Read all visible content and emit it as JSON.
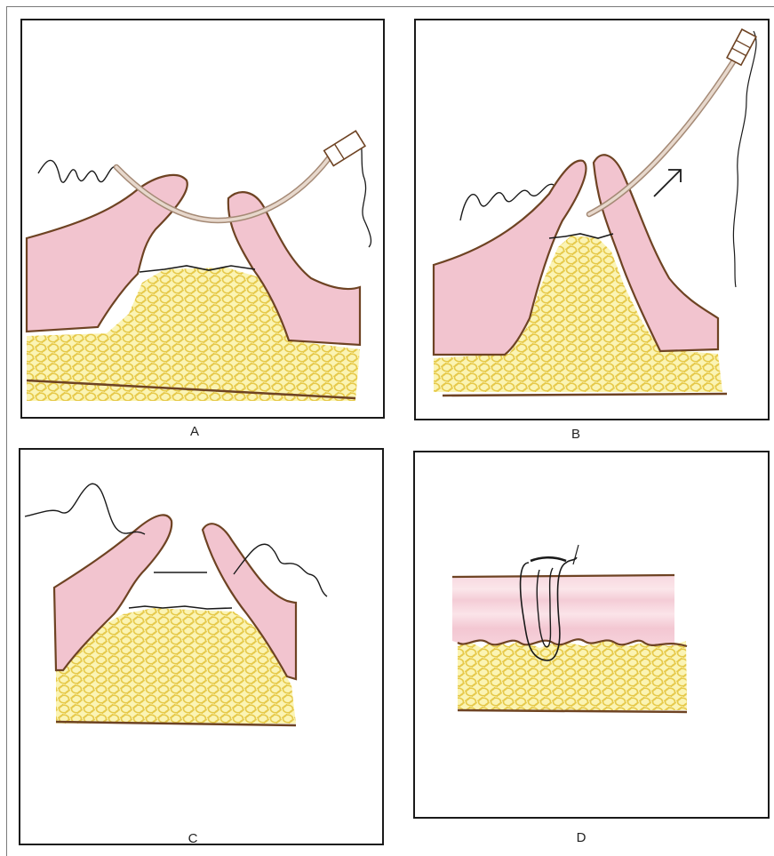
{
  "figure": {
    "colors": {
      "skin": "#f2c4cf",
      "skin_outline": "#6e4323",
      "fat_fill": "#fbf4b4",
      "fat_loops": "#e6c94a",
      "suture": "#1a1a1a",
      "needle": "#e7d8cc",
      "needle_edge": "#a58a76",
      "frame": "#1a1a1a"
    },
    "panels": [
      {
        "label": "A",
        "icon": "needle-entering-wound-illustration"
      },
      {
        "label": "B",
        "icon": "needle-exiting-wound-illustration"
      },
      {
        "label": "C",
        "icon": "suture-across-wound-illustration"
      },
      {
        "label": "D",
        "icon": "closed-wound-with-suture-loop-illustration"
      }
    ]
  }
}
